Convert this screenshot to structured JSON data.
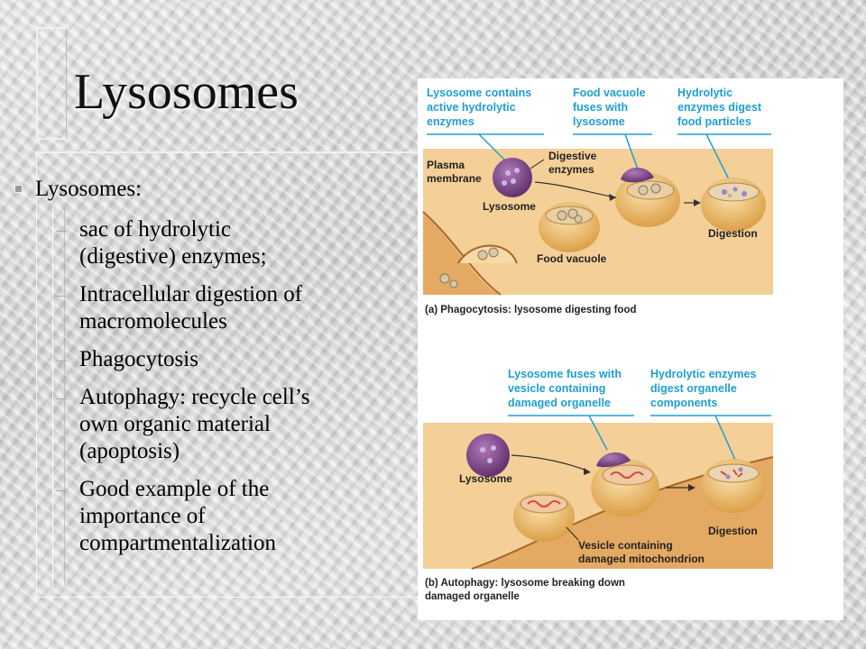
{
  "slide": {
    "title": "Lysosomes",
    "bullet_main": "Lysosomes:",
    "sub_bullets": [
      [
        "sac of hydrolytic",
        "(digestive) enzymes;"
      ],
      [
        "Intracellular digestion of",
        "macromolecules"
      ],
      [
        "Phagocytosis"
      ],
      [
        "Autophagy:  recycle cell’s",
        "own organic material",
        "(apoptosis)"
      ],
      [
        "Good example of the",
        "importance of",
        "compartmentalization"
      ]
    ]
  },
  "figure": {
    "panel_a": {
      "callouts": [
        [
          "Lysosome contains",
          "active hydrolytic",
          "enzymes"
        ],
        [
          "Food vacuole",
          "fuses with",
          "lysosome"
        ],
        [
          "Hydrolytic",
          "enzymes digest",
          "food particles"
        ]
      ],
      "labels": {
        "plasma_membrane": [
          "Plasma",
          "membrane"
        ],
        "digestive_enzymes": [
          "Digestive",
          "enzymes"
        ],
        "lysosome": "Lysosome",
        "food_vacuole": "Food vacuole",
        "digestion": "Digestion"
      },
      "caption": "(a) Phagocytosis: lysosome digesting food"
    },
    "panel_b": {
      "callouts": [
        [
          "Lysosome fuses with",
          "vesicle containing",
          "damaged organelle"
        ],
        [
          "Hydrolytic enzymes",
          "digest organelle",
          "components"
        ]
      ],
      "labels": {
        "lysosome": "Lysosome",
        "digestion": "Digestion",
        "vesicle": [
          "Vesicle containing",
          "damaged mitochondrion"
        ]
      },
      "caption": [
        "(b) Autophagy: lysosome breaking down",
        "damaged organelle"
      ]
    },
    "colors": {
      "callout_text": "#1e9fd0",
      "background_tan": "#f0c98e",
      "vacuole": "#e8b45a",
      "lysosome": "#7a3f86"
    }
  }
}
